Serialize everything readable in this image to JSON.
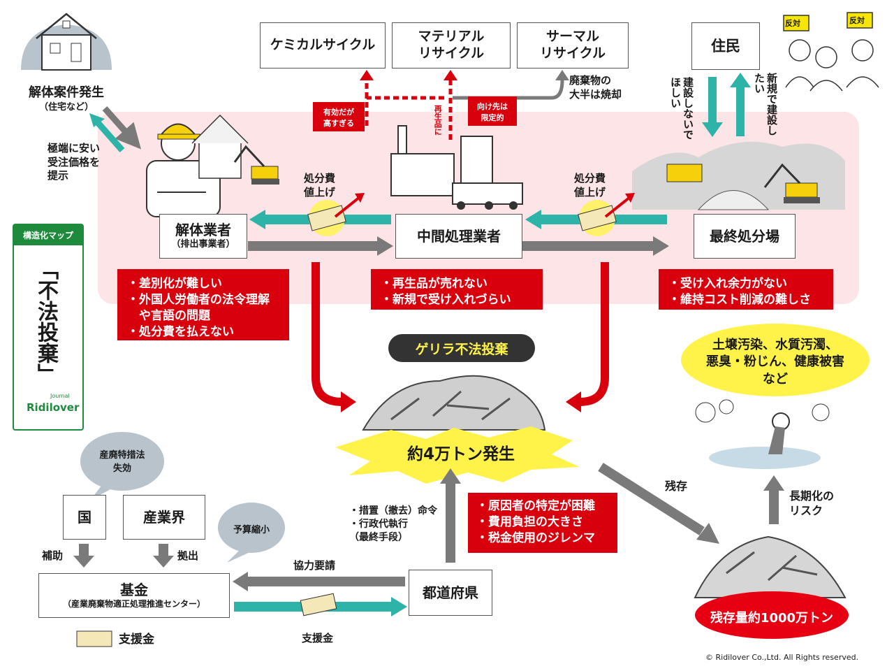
{
  "top_boxes": {
    "chemical": "ケミカルサイクル",
    "material": "マテリアル\nリサイクル",
    "thermal": "サーマル\nリサイクル"
  },
  "notes": {
    "too_expensive": "有効だが\n高すぎる",
    "recycled": "再生品に",
    "limited": "向け先は\n限定的",
    "mostly_incinerated": "廃棄物の\n大半は焼却"
  },
  "residents": {
    "label": "住民",
    "dont_build": "建設しないでほしい",
    "want_new": "新規で建設したい",
    "sign": "反対"
  },
  "demolition_case": {
    "title": "解体案件発生",
    "sub": "（住宅など）",
    "cheap_price": "極端に安い\n受注価格を\n提示"
  },
  "map_badge": {
    "header": "構造化マップ",
    "title": "「不法投棄」",
    "logo": "Ridilover",
    "logo_sub": "Journal"
  },
  "actors": {
    "contractor": {
      "title": "解体業者",
      "sub": "（排出事業者）"
    },
    "intermediate": {
      "title": "中間処理業者"
    },
    "landfill": {
      "title": "最終処分場"
    }
  },
  "price_up_1": "処分費\n値上げ",
  "price_up_2": "処分費\n値上げ",
  "issues": {
    "contractor": [
      "・差別化が難しい",
      "・外国人労働者の法令理解",
      "　や言語の問題",
      "・処分費を払えない"
    ],
    "intermediate": [
      "・再生品が売れない",
      "・新規で受け入れづらい"
    ],
    "landfill": [
      "・受け入れ余力がない",
      "・維持コスト削減の難しさ"
    ],
    "prefecture": [
      "・原因者の特定が困難",
      "・費用負担の大きさ",
      "・税金使用のジレンマ"
    ]
  },
  "guerrilla": "ゲリラ不法投棄",
  "generated": "約4万トン発生",
  "pollution": "土壌汚染、水質汚濁、\n悪臭・粉じん、健康被害\nなど",
  "long_term": "長期化の\nリスク",
  "residual": "残存",
  "residual_amount": "残存量約1000万トン",
  "special_law": "産廃特措法\n失効",
  "budget_cut": "予算縮小",
  "government": {
    "country": "国",
    "industry": "産業界",
    "subsidy": "補助",
    "contribution": "拠出",
    "fund_title": "基金",
    "fund_sub": "（産業廃棄物適正処理推進センター）",
    "support_money": "支援金"
  },
  "prefecture": {
    "label": "都道府県",
    "measures": [
      "・措置（撤去）命令",
      "・行政代執行",
      "（最終手段）"
    ],
    "request": "協力要請",
    "support": "支援金"
  },
  "copyright": "© Ridilover Co.,Ltd. All Rights reserved.",
  "colors": {
    "red": "#d9000d",
    "teal": "#2eb3a8",
    "gray": "#7a7a7a",
    "pink_zone": "#fde4e6",
    "yellow": "#fff34a"
  }
}
